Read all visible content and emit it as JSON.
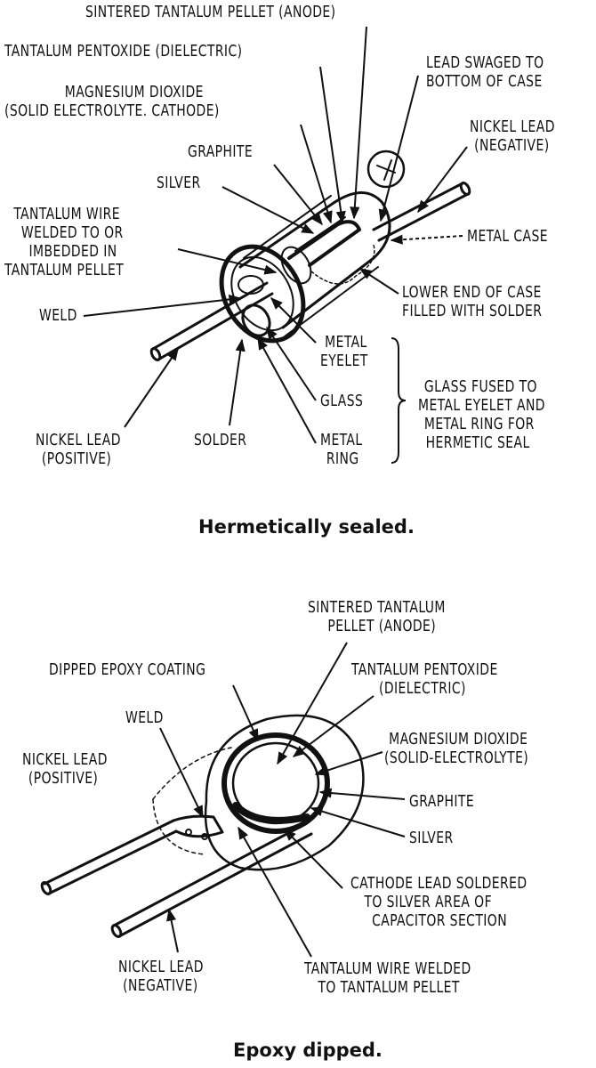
{
  "figures": [
    {
      "caption": "Hermetically sealed.",
      "labels": {
        "anode": [
          "SINTERED TANTALUM PELLET (ANODE)"
        ],
        "dielectric": [
          "TANTALUM PENTOXIDE (DIELECTRIC)"
        ],
        "electrolyte": [
          "MAGNESIUM DIOXIDE",
          "(SOLID ELECTROLYTE. CATHODE)"
        ],
        "graphite": [
          "GRAPHITE"
        ],
        "silver": [
          "SILVER"
        ],
        "tantalum_wire": [
          "TANTALUM WIRE",
          "WELDED TO OR",
          "IMBEDDED IN",
          "TANTALUM PELLET"
        ],
        "weld": [
          "WELD"
        ],
        "lead_swaged": [
          "LEAD SWAGED TO",
          "BOTTOM OF CASE"
        ],
        "nickel_negative": [
          "NICKEL LEAD",
          "(NEGATIVE)"
        ],
        "metal_case": [
          "METAL CASE"
        ],
        "lower_end": [
          "LOWER END OF CASE",
          "FILLED WITH SOLDER"
        ],
        "metal_eyelet": [
          "METAL",
          "EYELET"
        ],
        "glass": [
          "GLASS"
        ],
        "metal_ring": [
          "METAL",
          "RING"
        ],
        "glass_fused": [
          "GLASS FUSED TO",
          "METAL EYELET AND",
          "METAL RING FOR",
          "HERMETIC SEAL"
        ],
        "nickel_positive": [
          "NICKEL LEAD",
          "(POSITIVE)"
        ],
        "solder": [
          "SOLDER"
        ]
      }
    },
    {
      "caption": "Epoxy dipped.",
      "labels": {
        "anode": [
          "SINTERED TANTALUM",
          "PELLET (ANODE)"
        ],
        "epoxy": [
          "DIPPED EPOXY COATING"
        ],
        "dielectric": [
          "TANTALUM PENTOXIDE",
          "(DIELECTRIC)"
        ],
        "weld": [
          "WELD"
        ],
        "nickel_positive": [
          "NICKEL LEAD",
          "(POSITIVE)"
        ],
        "electrolyte": [
          "MAGNESIUM DIOXIDE",
          "(SOLID-ELECTROLYTE)"
        ],
        "graphite": [
          "GRAPHITE"
        ],
        "silver": [
          "SILVER"
        ],
        "cathode_lead": [
          "CATHODE LEAD SOLDERED",
          "TO SILVER AREA OF",
          "CAPACITOR SECTION"
        ],
        "nickel_negative": [
          "NICKEL LEAD",
          "(NEGATIVE)"
        ],
        "tantalum_wire": [
          "TANTALUM WIRE WELDED",
          "TO TANTALUM PELLET"
        ]
      }
    }
  ]
}
